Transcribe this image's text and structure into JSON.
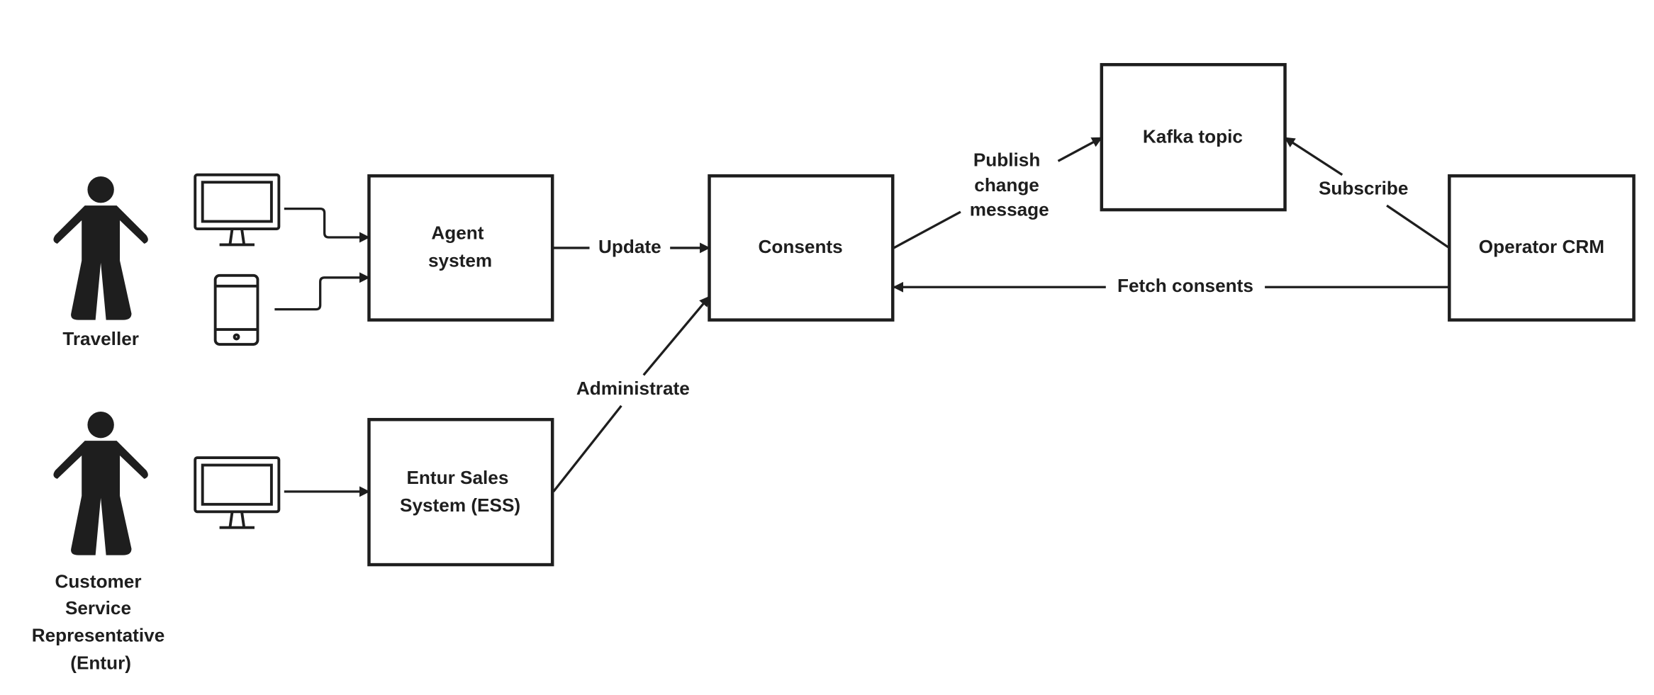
{
  "actors": {
    "traveller": "Traveller",
    "csr": [
      "Customer",
      "Service",
      "Representative",
      "(Entur)"
    ]
  },
  "nodes": {
    "agent_system": [
      "Agent",
      "system"
    ],
    "ess": [
      "Entur Sales",
      "System (ESS)"
    ],
    "consents": "Consents",
    "kafka": "Kafka topic",
    "operator_crm": "Operator CRM"
  },
  "edges": {
    "update": "Update",
    "administrate": "Administrate",
    "publish": [
      "Publish",
      "change",
      "message"
    ],
    "subscribe": "Subscribe",
    "fetch": "Fetch consents"
  },
  "colors": {
    "stroke": "#1e1e1e",
    "background": "#ffffff"
  }
}
